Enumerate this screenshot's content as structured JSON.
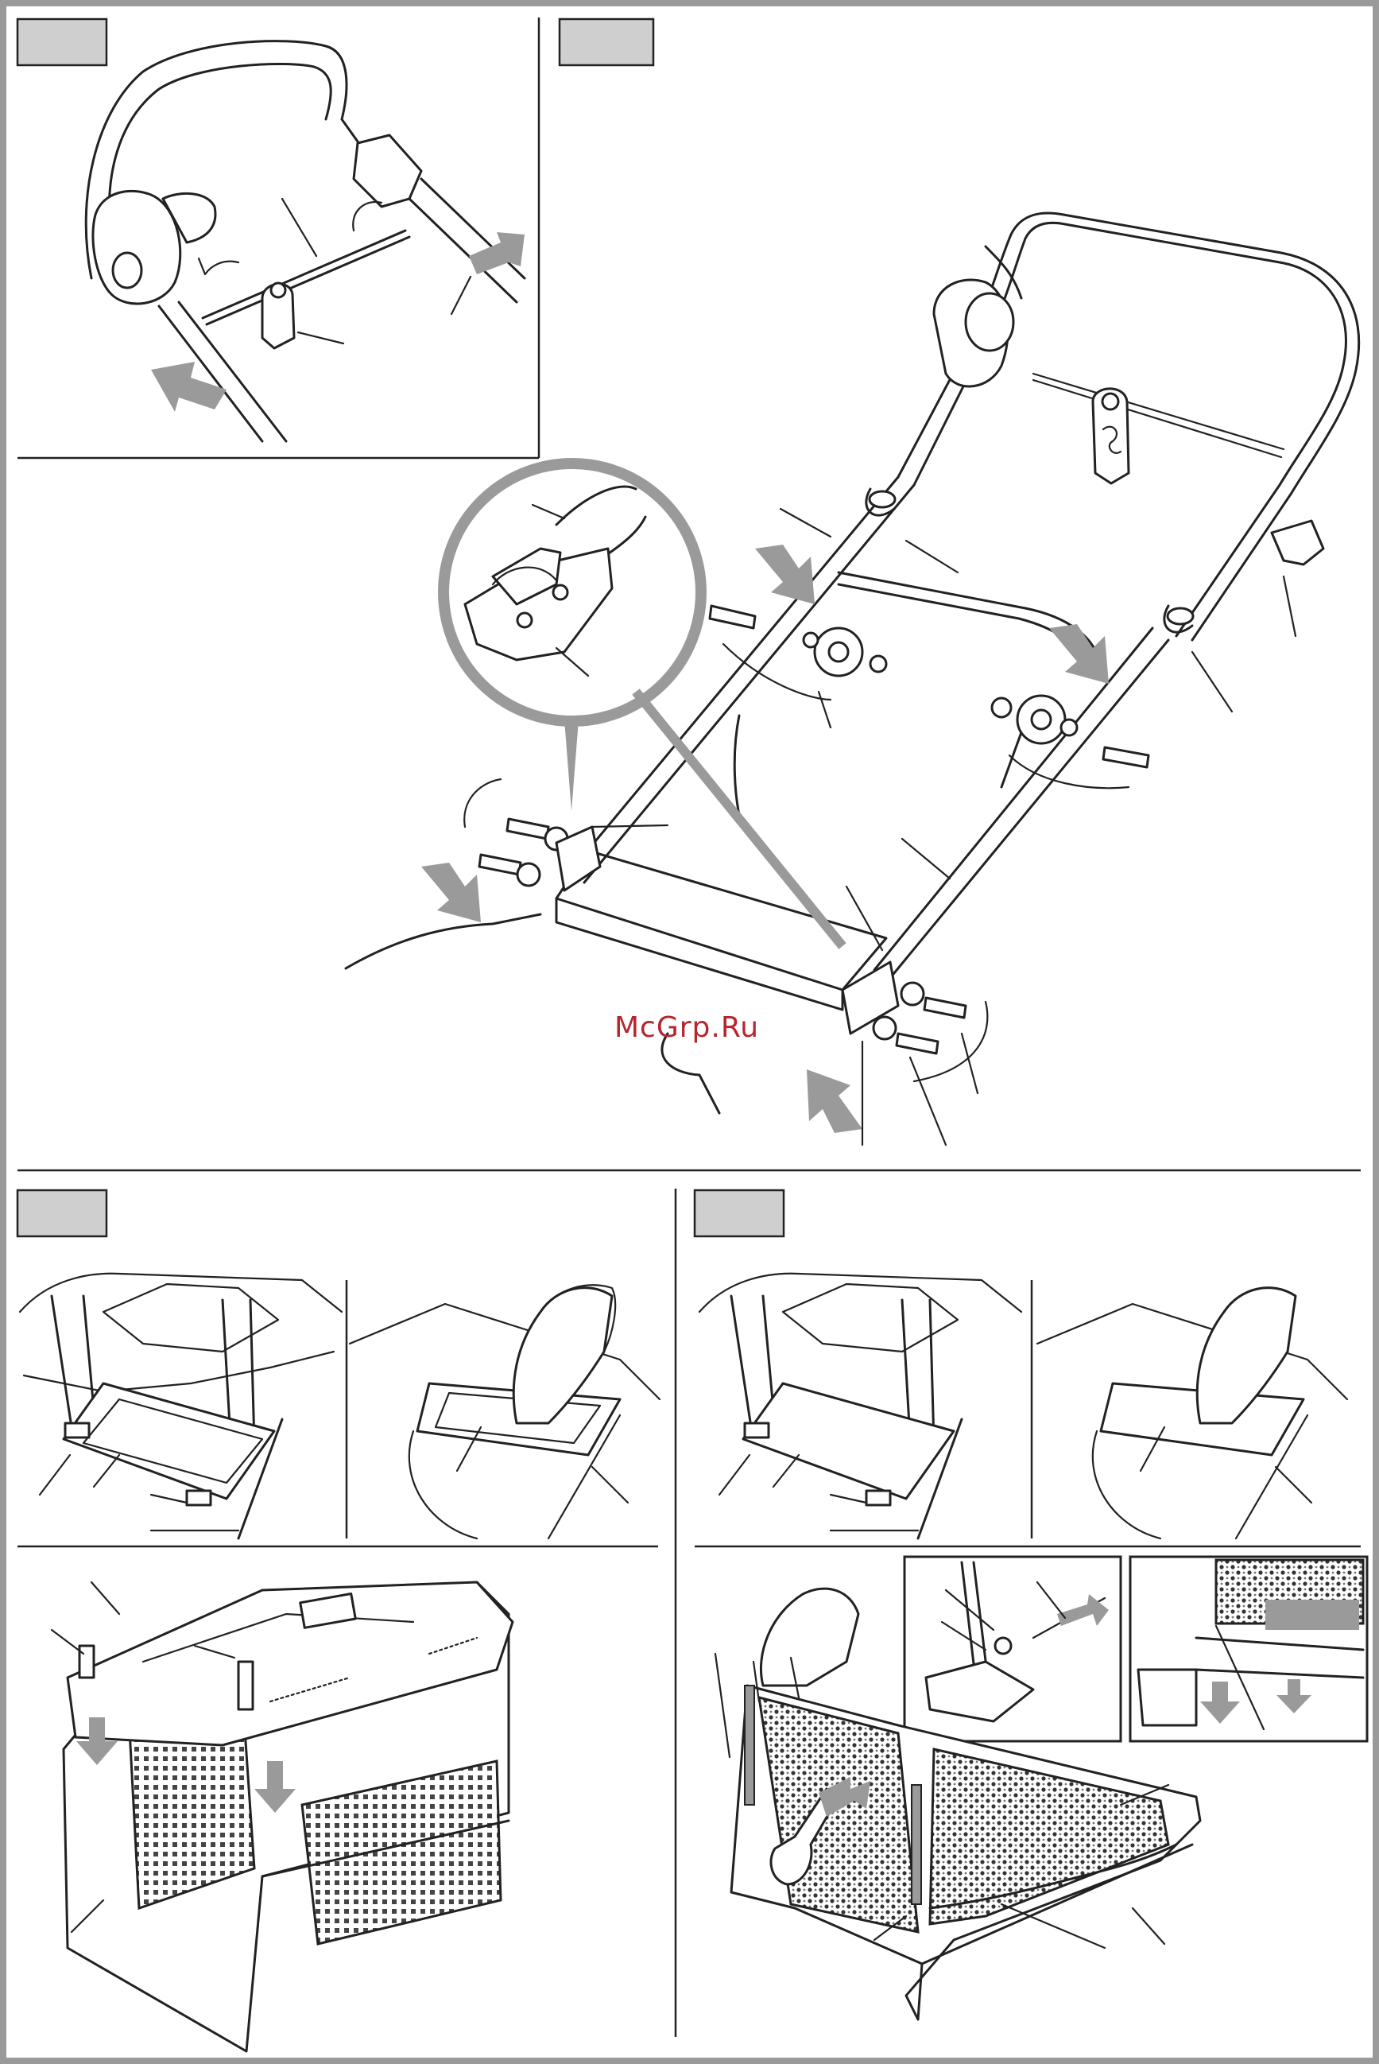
{
  "watermark": {
    "text": "McGrp.Ru",
    "color": "#b5262e"
  },
  "panels": [
    {
      "id": "handle-detail",
      "label": ""
    },
    {
      "id": "handle-assembly",
      "label": ""
    },
    {
      "id": "filter-mount",
      "label": ""
    },
    {
      "id": "filter-remove",
      "label": ""
    }
  ],
  "colors": {
    "line": "#222222",
    "arrow": "#9a9a9a",
    "frame": "#9a9a9a",
    "label_box": "#cfcfcf"
  }
}
